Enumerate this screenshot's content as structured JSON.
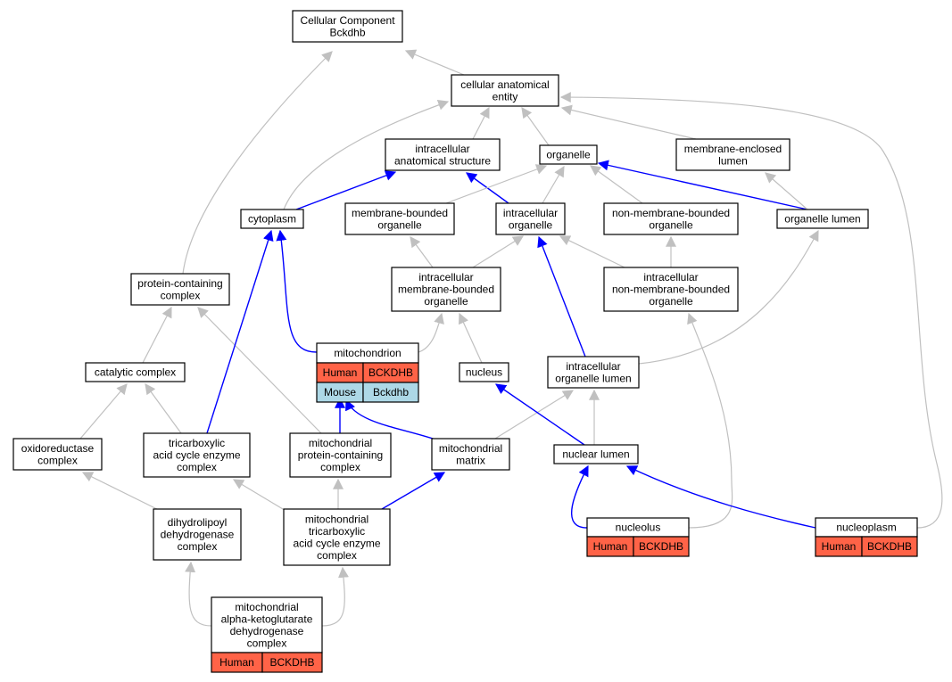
{
  "graph": {
    "colors": {
      "blue_edge": "#0000ff",
      "gray_edge": "#c0c0c0",
      "human_cell": "#ff6347",
      "mouse_cell": "#add8e6",
      "node_border": "#000000",
      "node_fill": "#ffffff"
    },
    "nodes": {
      "root": {
        "lines": [
          "Cellular Component",
          "Bckdhb"
        ]
      },
      "cae": {
        "lines": [
          "cellular anatomical",
          "entity"
        ]
      },
      "ias": {
        "lines": [
          "intracellular",
          "anatomical structure"
        ]
      },
      "organelle": {
        "lines": [
          "organelle"
        ]
      },
      "mel": {
        "lines": [
          "membrane-enclosed",
          "lumen"
        ]
      },
      "cytoplasm": {
        "lines": [
          "cytoplasm"
        ]
      },
      "mbo": {
        "lines": [
          "membrane-bounded",
          "organelle"
        ]
      },
      "io": {
        "lines": [
          "intracellular",
          "organelle"
        ]
      },
      "nmbo": {
        "lines": [
          "non-membrane-bounded",
          "organelle"
        ]
      },
      "ol": {
        "lines": [
          "organelle lumen"
        ]
      },
      "pcc": {
        "lines": [
          "protein-containing",
          "complex"
        ]
      },
      "imbo": {
        "lines": [
          "intracellular",
          "membrane-bounded",
          "organelle"
        ]
      },
      "inmbo": {
        "lines": [
          "intracellular",
          "non-membrane-bounded",
          "organelle"
        ]
      },
      "catalytic": {
        "lines": [
          "catalytic complex"
        ]
      },
      "mito": {
        "lines": [
          "mitochondrion"
        ]
      },
      "nucleus": {
        "lines": [
          "nucleus"
        ]
      },
      "iol": {
        "lines": [
          "intracellular",
          "organelle lumen"
        ]
      },
      "oxido": {
        "lines": [
          "oxidoreductase",
          "complex"
        ]
      },
      "tca": {
        "lines": [
          "tricarboxylic",
          "acid cycle enzyme",
          "complex"
        ]
      },
      "mpcc": {
        "lines": [
          "mitochondrial",
          "protein-containing",
          "complex"
        ]
      },
      "mmatrix": {
        "lines": [
          "mitochondrial",
          "matrix"
        ]
      },
      "nlumen": {
        "lines": [
          "nuclear lumen"
        ]
      },
      "dld": {
        "lines": [
          "dihydrolipoyl",
          "dehydrogenase",
          "complex"
        ]
      },
      "mtca": {
        "lines": [
          "mitochondrial",
          "tricarboxylic",
          "acid cycle enzyme",
          "complex"
        ]
      },
      "nucleolus": {
        "lines": [
          "nucleolus"
        ]
      },
      "nucleoplasm": {
        "lines": [
          "nucleoplasm"
        ]
      },
      "makgdh": {
        "lines": [
          "mitochondrial",
          "alpha-ketoglutarate",
          "dehydrogenase",
          "complex"
        ]
      }
    },
    "annotations": {
      "mito": [
        {
          "species": "Human",
          "gene": "BCKDHB"
        },
        {
          "species": "Mouse",
          "gene": "Bckdhb"
        }
      ],
      "nucleolus": [
        {
          "species": "Human",
          "gene": "BCKDHB"
        }
      ],
      "nucleoplasm": [
        {
          "species": "Human",
          "gene": "BCKDHB"
        }
      ],
      "makgdh": [
        {
          "species": "Human",
          "gene": "BCKDHB"
        }
      ]
    },
    "edges": [
      {
        "from": "cae",
        "to": "root",
        "color": "gray"
      },
      {
        "from": "pcc",
        "to": "root",
        "color": "gray"
      },
      {
        "from": "ias",
        "to": "cae",
        "color": "gray"
      },
      {
        "from": "organelle",
        "to": "cae",
        "color": "gray"
      },
      {
        "from": "mel",
        "to": "cae",
        "color": "gray"
      },
      {
        "from": "cytoplasm",
        "to": "cae",
        "color": "gray"
      },
      {
        "from": "nucleoplasm",
        "to": "cae",
        "color": "gray"
      },
      {
        "from": "cytoplasm",
        "to": "ias",
        "color": "blue"
      },
      {
        "from": "io",
        "to": "ias",
        "color": "blue"
      },
      {
        "from": "mbo",
        "to": "organelle",
        "color": "gray"
      },
      {
        "from": "io",
        "to": "organelle",
        "color": "gray"
      },
      {
        "from": "nmbo",
        "to": "organelle",
        "color": "gray"
      },
      {
        "from": "ol",
        "to": "organelle",
        "color": "blue"
      },
      {
        "from": "ol",
        "to": "mel",
        "color": "gray"
      },
      {
        "from": "imbo",
        "to": "mbo",
        "color": "gray"
      },
      {
        "from": "imbo",
        "to": "io",
        "color": "gray"
      },
      {
        "from": "inmbo",
        "to": "io",
        "color": "gray"
      },
      {
        "from": "inmbo",
        "to": "nmbo",
        "color": "gray"
      },
      {
        "from": "catalytic",
        "to": "pcc",
        "color": "gray"
      },
      {
        "from": "mpcc",
        "to": "pcc",
        "color": "gray"
      },
      {
        "from": "mito",
        "to": "cytoplasm",
        "color": "blue"
      },
      {
        "from": "tca",
        "to": "cytoplasm",
        "color": "blue"
      },
      {
        "from": "mito",
        "to": "imbo",
        "color": "gray"
      },
      {
        "from": "nucleus",
        "to": "imbo",
        "color": "gray"
      },
      {
        "from": "iol",
        "to": "io",
        "color": "blue"
      },
      {
        "from": "iol",
        "to": "ol",
        "color": "gray"
      },
      {
        "from": "nucleolus",
        "to": "inmbo",
        "color": "gray"
      },
      {
        "from": "oxido",
        "to": "catalytic",
        "color": "gray"
      },
      {
        "from": "tca",
        "to": "catalytic",
        "color": "gray"
      },
      {
        "from": "mpcc",
        "to": "mito",
        "color": "blue"
      },
      {
        "from": "mmatrix",
        "to": "mito",
        "color": "blue"
      },
      {
        "from": "mmatrix",
        "to": "iol",
        "color": "gray"
      },
      {
        "from": "nlumen",
        "to": "iol",
        "color": "gray"
      },
      {
        "from": "nlumen",
        "to": "nucleus",
        "color": "blue"
      },
      {
        "from": "dld",
        "to": "oxido",
        "color": "gray"
      },
      {
        "from": "mtca",
        "to": "tca",
        "color": "gray"
      },
      {
        "from": "mtca",
        "to": "mpcc",
        "color": "gray"
      },
      {
        "from": "mtca",
        "to": "mmatrix",
        "color": "blue"
      },
      {
        "from": "nucleolus",
        "to": "nlumen",
        "color": "blue"
      },
      {
        "from": "nucleoplasm",
        "to": "nlumen",
        "color": "blue"
      },
      {
        "from": "makgdh",
        "to": "dld",
        "color": "gray"
      },
      {
        "from": "makgdh",
        "to": "mtca",
        "color": "gray"
      }
    ]
  }
}
